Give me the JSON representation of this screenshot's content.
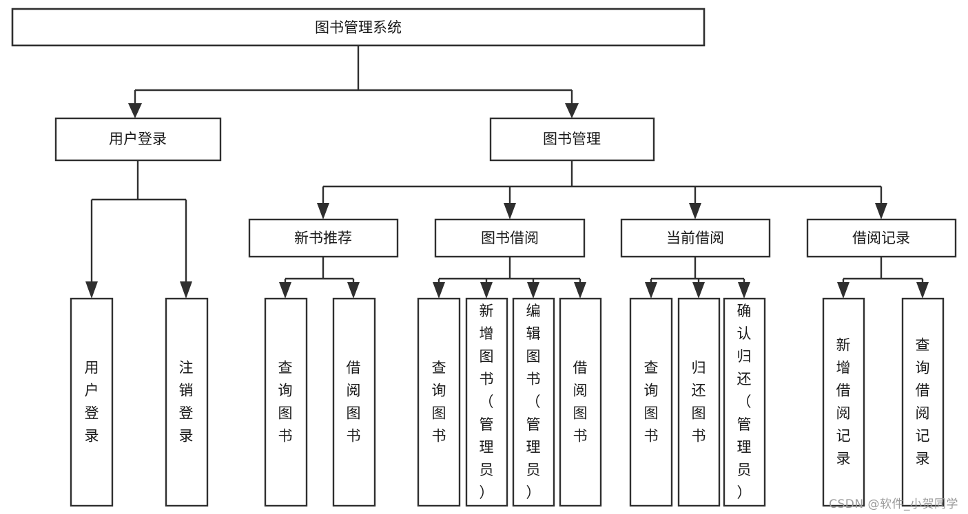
{
  "diagram": {
    "title": "图书管理系统",
    "type": "tree",
    "watermark": "CSDN @软件_小贺同学",
    "colors": {
      "background": "#ffffff",
      "stroke": "#2f2f2f",
      "node_fill": "#ffffff",
      "text": "#1a1a1a",
      "watermark": "#9a9a9a"
    },
    "nodes": {
      "root": {
        "label": "图书管理系统",
        "orientation": "horizontal"
      },
      "level2": [
        {
          "label": "用户登录",
          "orientation": "horizontal"
        },
        {
          "label": "图书管理",
          "orientation": "horizontal"
        }
      ],
      "level3": [
        {
          "label": "新书推荐",
          "orientation": "horizontal"
        },
        {
          "label": "图书借阅",
          "orientation": "horizontal"
        },
        {
          "label": "当前借阅",
          "orientation": "horizontal"
        },
        {
          "label": "借阅记录",
          "orientation": "horizontal"
        }
      ],
      "leaves_user_login": [
        {
          "label": "用户登录",
          "orientation": "vertical"
        },
        {
          "label": "注销登录",
          "orientation": "vertical"
        }
      ],
      "leaves_new_book": [
        {
          "label": "查询图书",
          "orientation": "vertical"
        },
        {
          "label": "借阅图书",
          "orientation": "vertical"
        }
      ],
      "leaves_borrow": [
        {
          "label": "查询图书",
          "orientation": "vertical"
        },
        {
          "label": "新增图书（管理员）",
          "orientation": "vertical"
        },
        {
          "label": "编辑图书（管理员）",
          "orientation": "vertical"
        },
        {
          "label": "借阅图书",
          "orientation": "vertical"
        }
      ],
      "leaves_current": [
        {
          "label": "查询图书",
          "orientation": "vertical"
        },
        {
          "label": "归还图书",
          "orientation": "vertical"
        },
        {
          "label": "确认归还（管理员）",
          "orientation": "vertical"
        }
      ],
      "leaves_records": [
        {
          "label": "新增借阅记录",
          "orientation": "vertical"
        },
        {
          "label": "查询借阅记录",
          "orientation": "vertical"
        }
      ]
    },
    "edges": [
      {
        "from": "图书管理系统",
        "to": "用户登录"
      },
      {
        "from": "图书管理系统",
        "to": "图书管理"
      },
      {
        "from": "用户登录",
        "to": "用户登录(叶)"
      },
      {
        "from": "用户登录",
        "to": "注销登录"
      },
      {
        "from": "图书管理",
        "to": "新书推荐"
      },
      {
        "from": "图书管理",
        "to": "图书借阅"
      },
      {
        "from": "图书管理",
        "to": "当前借阅"
      },
      {
        "from": "图书管理",
        "to": "借阅记录"
      },
      {
        "from": "新书推荐",
        "to": "查询图书"
      },
      {
        "from": "新书推荐",
        "to": "借阅图书"
      },
      {
        "from": "图书借阅",
        "to": "查询图书"
      },
      {
        "from": "图书借阅",
        "to": "新增图书（管理员）"
      },
      {
        "from": "图书借阅",
        "to": "编辑图书（管理员）"
      },
      {
        "from": "图书借阅",
        "to": "借阅图书"
      },
      {
        "from": "当前借阅",
        "to": "查询图书"
      },
      {
        "from": "当前借阅",
        "to": "归还图书"
      },
      {
        "from": "当前借阅",
        "to": "确认归还（管理员）"
      },
      {
        "from": "借阅记录",
        "to": "新增借阅记录"
      },
      {
        "from": "借阅记录",
        "to": "查询借阅记录"
      }
    ]
  }
}
